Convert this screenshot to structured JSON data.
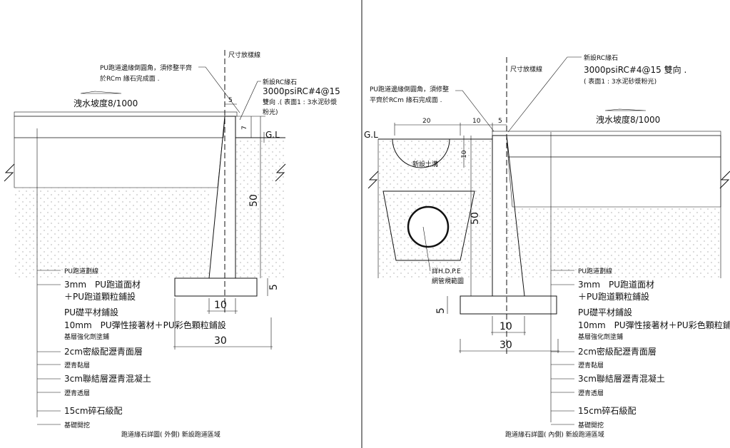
{
  "left": {
    "title": "跑道緣石詳圖( 外側) 新設跑道區域",
    "stake_line": "尺寸放樣線",
    "pu_edge_note": [
      "PU跑道邊緣倒圓角，須修整平齊",
      "於RCm 緣石完成面 ."
    ],
    "curb_note": [
      "新設RC緣石",
      "3000psiRC#4@15",
      "雙向 .( 表面1 : 3水泥砂漿",
      "粉光)"
    ],
    "slope": "洩水坡度8/1000",
    "gl": "G.L",
    "dims": {
      "top": "5",
      "step": "7",
      "height": "50",
      "footing_h": "5",
      "curb_w": "10",
      "footing_w": "30"
    }
  },
  "right": {
    "title": "跑道緣石詳圖( 內側) 新設跑道區域",
    "stake_line": "尺寸放樣線",
    "pu_edge_note": [
      "PU跑道邊緣倒圓角，須修整",
      "平齊於RCm 緣石完成面 ."
    ],
    "curb_note": [
      "新設RC緣石",
      "3000psiRC#4@15 雙向 .",
      "( 表面1 : 3水泥砂漿粉光)"
    ],
    "slope": "洩水坡度8/1000",
    "gl": "G.L",
    "ditch": "新設土溝",
    "hdpe": [
      "詳H.D.P.E",
      "網管規範圖"
    ],
    "dims": {
      "d20": "20",
      "d10": "10",
      "d5": "5",
      "depth": "10",
      "height": "50",
      "footing_h": "5",
      "curb_w": "10",
      "footing_w": "30"
    }
  },
  "layers": [
    "PU跑道劃線",
    "3mm　PU跑道面材",
    "＋PU跑道顆粒鋪設",
    "PU礎平材鋪設",
    "10mm　PU彈性接著材＋PU彩色顆粒鋪設",
    "基層強化劑塗鋪",
    "2cm密級配瀝青面層",
    "瀝青黏層",
    "3cm聯結層瀝青混凝土",
    "瀝青透層",
    "15cm碎石級配",
    "基礎開挖"
  ]
}
